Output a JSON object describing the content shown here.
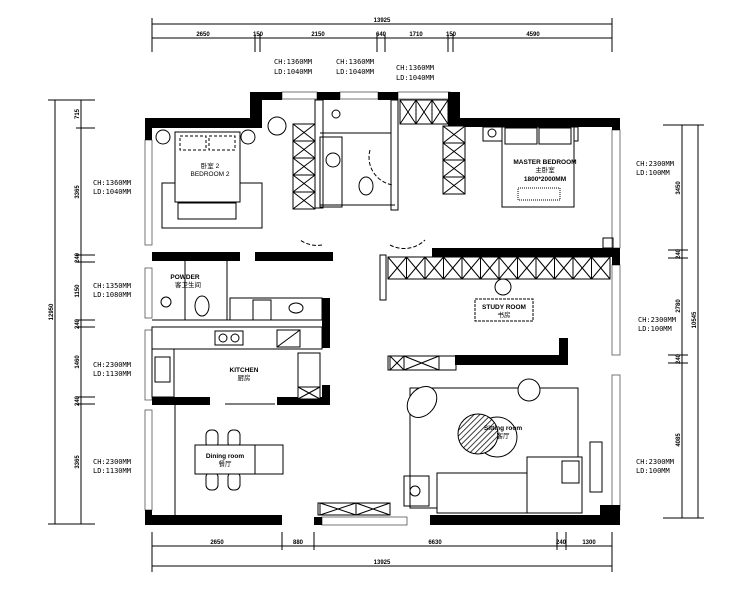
{
  "dimensions": {
    "top_total": "13925",
    "top_segments": [
      "2650",
      "150",
      "2150",
      "640",
      "1710",
      "150",
      "4590"
    ],
    "bottom_segments": [
      "2650",
      "880",
      "6630",
      "240",
      "1300"
    ],
    "bottom_total": "13925",
    "left_total": "12950",
    "left_segments": [
      "715",
      "3365",
      "240",
      "1150",
      "240",
      "1460",
      "240",
      "3365"
    ],
    "right_segments": [
      "3450",
      "240",
      "2780",
      "240",
      "4085"
    ],
    "right_total": "10545"
  },
  "notes": {
    "top": [
      {
        "ch": "CH:1360MM",
        "ld": "LD:1040MM"
      },
      {
        "ch": "CH:1360MM",
        "ld": "LD:1040MM"
      },
      {
        "ch": "CH:1360MM",
        "ld": "LD:1040MM"
      }
    ],
    "left": [
      {
        "ch": "CH:1360MM",
        "ld": "LD:1040MM"
      },
      {
        "ch": "CH:1350MM",
        "ld": "LD:1080MM"
      },
      {
        "ch": "CH:2300MM",
        "ld": "LD:1130MM"
      },
      {
        "ch": "CH:2300MM",
        "ld": "LD:1130MM"
      }
    ],
    "right": [
      {
        "ch": "CH:2300MM",
        "ld": "LD:100MM"
      },
      {
        "ch": "CH:2300MM",
        "ld": "LD:100MM"
      },
      {
        "ch": "CH:2300MM",
        "ld": "LD:100MM"
      }
    ]
  },
  "rooms": {
    "bedroom2": {
      "cn": "卧室 2",
      "en": "BEDROOM 2"
    },
    "master": {
      "en": "MASTER BEDROOM",
      "cn": "主卧室",
      "size": "1800*2000MM"
    },
    "study": {
      "en": "STUDY ROOM",
      "cn": "书房"
    },
    "powder": {
      "en": "POWDER",
      "cn": "客卫生间"
    },
    "kitchen": {
      "en": "KITCHEN",
      "cn": "厨房"
    },
    "dining": {
      "en": "Dining room",
      "cn": "餐厅"
    },
    "sitting": {
      "en": "Sitting room",
      "cn": "客厅"
    }
  }
}
